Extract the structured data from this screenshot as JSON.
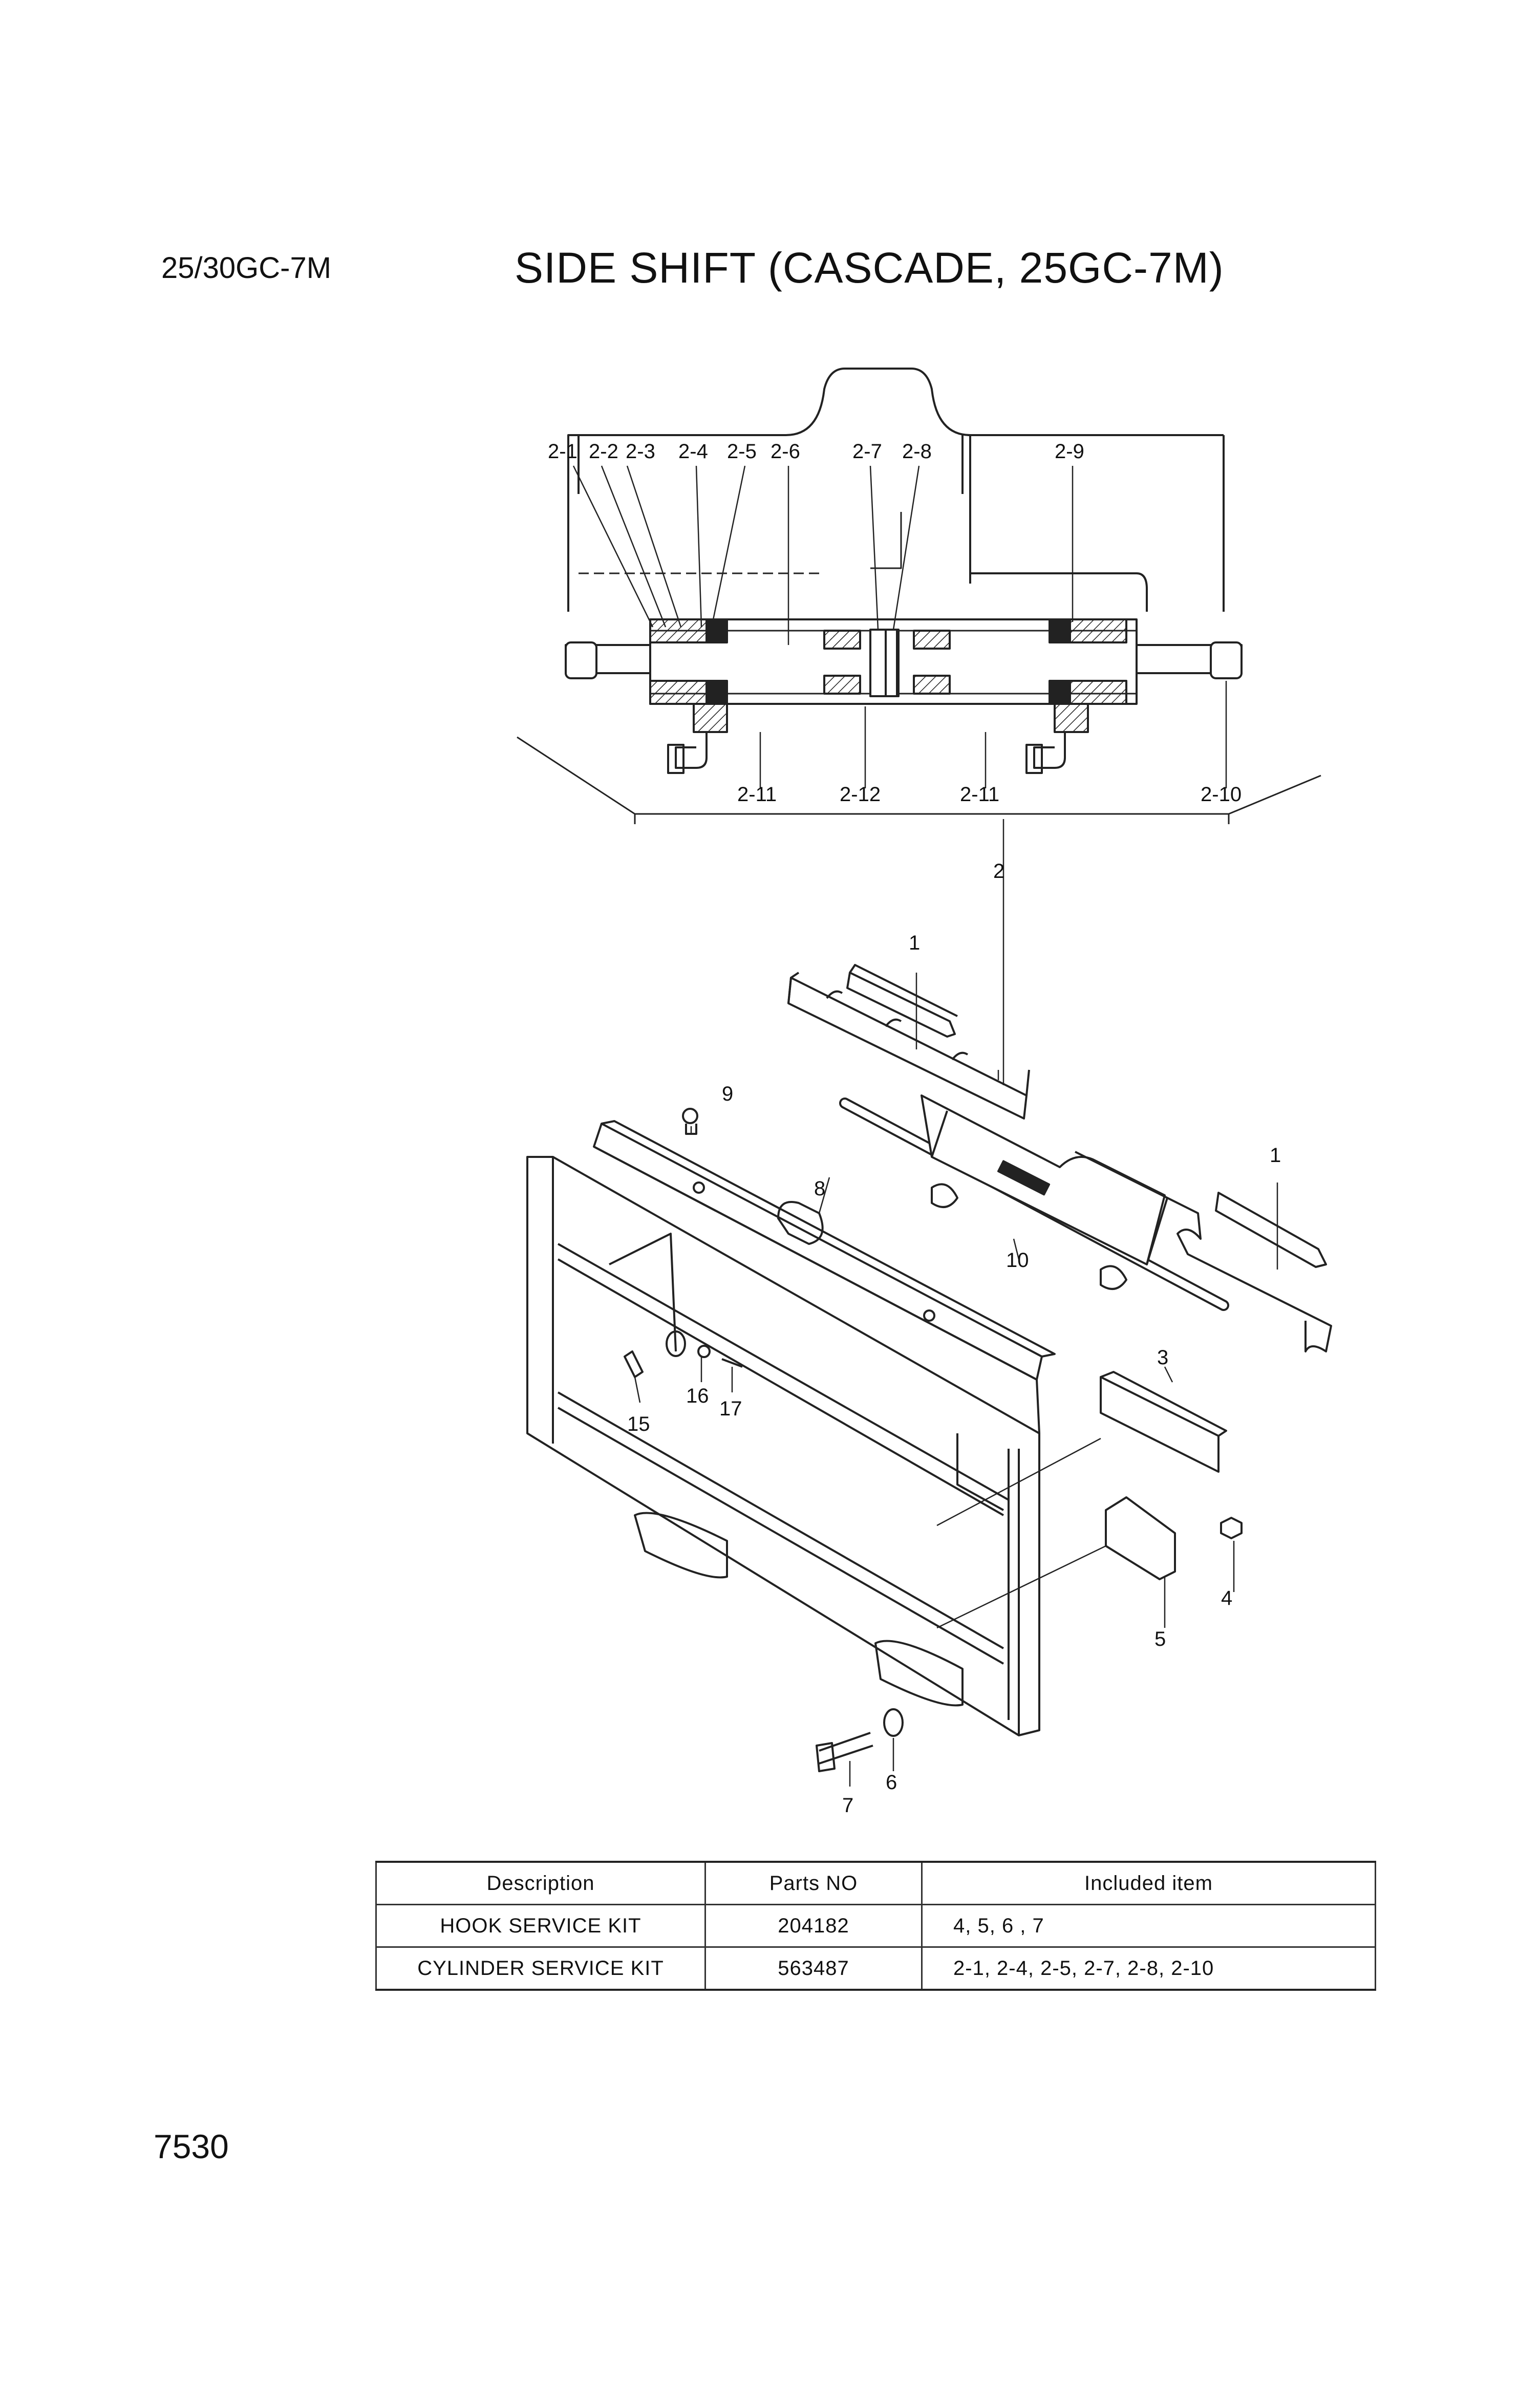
{
  "header": {
    "model": "25/30GC-7M",
    "title": "SIDE SHIFT (CASCADE, 25GC-7M)"
  },
  "page_number": "7530",
  "callouts": {
    "c2_1": "2-1",
    "c2_2": "2-2",
    "c2_3": "2-3",
    "c2_4": "2-4",
    "c2_5": "2-5",
    "c2_6": "2-6",
    "c2_7": "2-7",
    "c2_8": "2-8",
    "c2_9": "2-9",
    "c2_11a": "2-11",
    "c2_12": "2-12",
    "c2_11b": "2-11",
    "c2_10": "2-10",
    "c2": "2",
    "c1a": "1",
    "c1b": "1",
    "c9": "9",
    "c8": "8",
    "c10": "10",
    "c3": "3",
    "c15": "15",
    "c16": "16",
    "c17": "17",
    "c4": "4",
    "c5": "5",
    "c6": "6",
    "c7": "7"
  },
  "table": {
    "headers": [
      "Description",
      "Parts NO",
      "Included item"
    ],
    "rows": [
      [
        "HOOK SERVICE KIT",
        "204182",
        "4, 5, 6 , 7"
      ],
      [
        "CYLINDER SERVICE KIT",
        "563487",
        "2-1, 2-4, 2-5, 2-7, 2-8, 2-10"
      ]
    ]
  }
}
